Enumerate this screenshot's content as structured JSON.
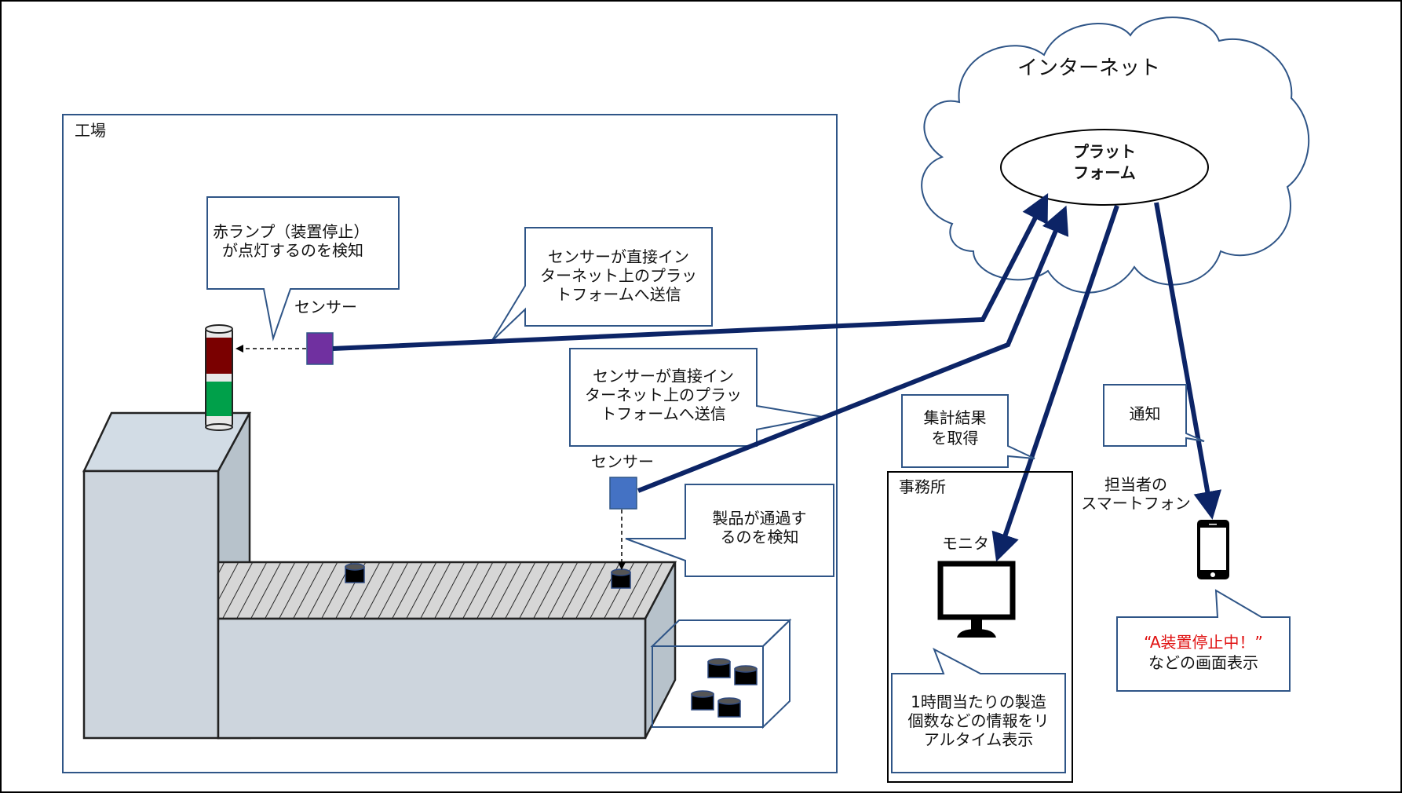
{
  "colors": {
    "frame_blue": "#2f5587",
    "arrow_navy": "#0c2466",
    "sensor_purple": "#7030a0",
    "sensor_blue": "#4472c4",
    "lamp_red": "#7a0000",
    "lamp_green": "#00a04a",
    "machine_face": "#cdd5dd",
    "alert_red": "#e01010"
  },
  "factory": {
    "title": "工場",
    "lamp_callout": [
      "赤ランプ（装置停止）",
      "が点灯するのを検知"
    ],
    "sensor1_label": "センサー",
    "sensor1_callout": [
      "センサーが直接イン",
      "ターネット上のプラッ",
      "トフォームへ送信"
    ],
    "sensor2_label": "センサー",
    "sensor2_callout": [
      "センサーが直接イン",
      "ターネット上のプラッ",
      "トフォームへ送信"
    ],
    "product_callout": [
      "製品が通過す",
      "るのを検知"
    ]
  },
  "internet": {
    "title": "インターネット",
    "platform": [
      "プラット",
      "フォーム"
    ]
  },
  "office": {
    "title": "事務所",
    "fetch_callout": [
      "集計結果",
      "を取得"
    ],
    "monitor_label": "モニタ",
    "monitor_callout": [
      "1時間当たりの製造",
      "個数などの情報をリ",
      "アルタイム表示"
    ]
  },
  "smartphone": {
    "notify_callout": "通知",
    "label": [
      "担当者の",
      "スマートフォン"
    ],
    "alert_text": "“A装置停止中！”",
    "alert_sub": "などの画面表示"
  }
}
